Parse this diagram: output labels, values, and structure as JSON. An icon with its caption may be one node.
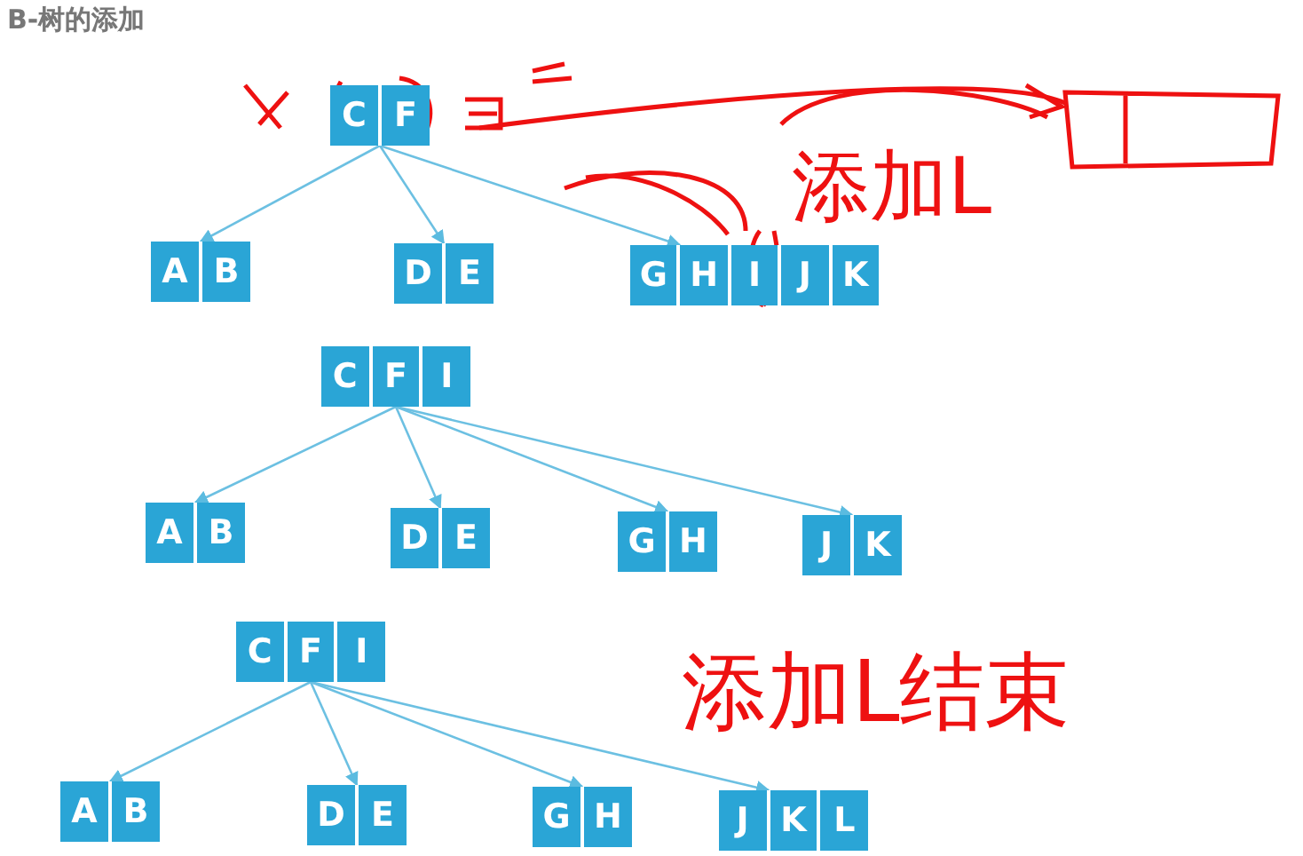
{
  "diagram": {
    "title": "B-树的添加",
    "nodes": [
      {
        "text": [
          "C",
          "F"
        ]
      },
      {
        "text": [
          "A",
          "B"
        ]
      },
      {
        "text": [
          "D",
          "E"
        ]
      },
      {
        "text": [
          "G",
          "H",
          "I",
          "J",
          "K"
        ]
      },
      {
        "text": [
          "C",
          "F",
          "I"
        ]
      },
      {
        "text": [
          "A",
          "B"
        ]
      },
      {
        "text": [
          "D",
          "E"
        ]
      },
      {
        "text": [
          "G",
          "H"
        ]
      },
      {
        "text": [
          "J",
          "K"
        ]
      },
      {
        "text": [
          "C",
          "F",
          "I"
        ]
      },
      {
        "text": [
          "A",
          "B"
        ]
      },
      {
        "text": [
          "D",
          "E"
        ]
      },
      {
        "text": [
          "G",
          "H"
        ]
      },
      {
        "text": [
          "J",
          "K",
          "L"
        ]
      }
    ],
    "edges": [
      {
        "from": 0,
        "to": 1,
        "arrow": "to"
      },
      {
        "from": 0,
        "to": 2,
        "arrow": "to"
      },
      {
        "from": 0,
        "to": 3,
        "arrow": "to"
      },
      {
        "from": 4,
        "to": 5,
        "arrow": "to"
      },
      {
        "from": 4,
        "to": 6,
        "arrow": "to"
      },
      {
        "from": 4,
        "to": 7,
        "arrow": "to"
      },
      {
        "from": 4,
        "to": 8,
        "arrow": "to"
      },
      {
        "from": 9,
        "to": 10,
        "arrow": "to"
      },
      {
        "from": 9,
        "to": 11,
        "arrow": "to"
      },
      {
        "from": 9,
        "to": 12,
        "arrow": "to"
      },
      {
        "from": 9,
        "to": 13,
        "arrow": "to"
      }
    ],
    "labels": [
      "添加L",
      "添加L结束"
    ]
  }
}
